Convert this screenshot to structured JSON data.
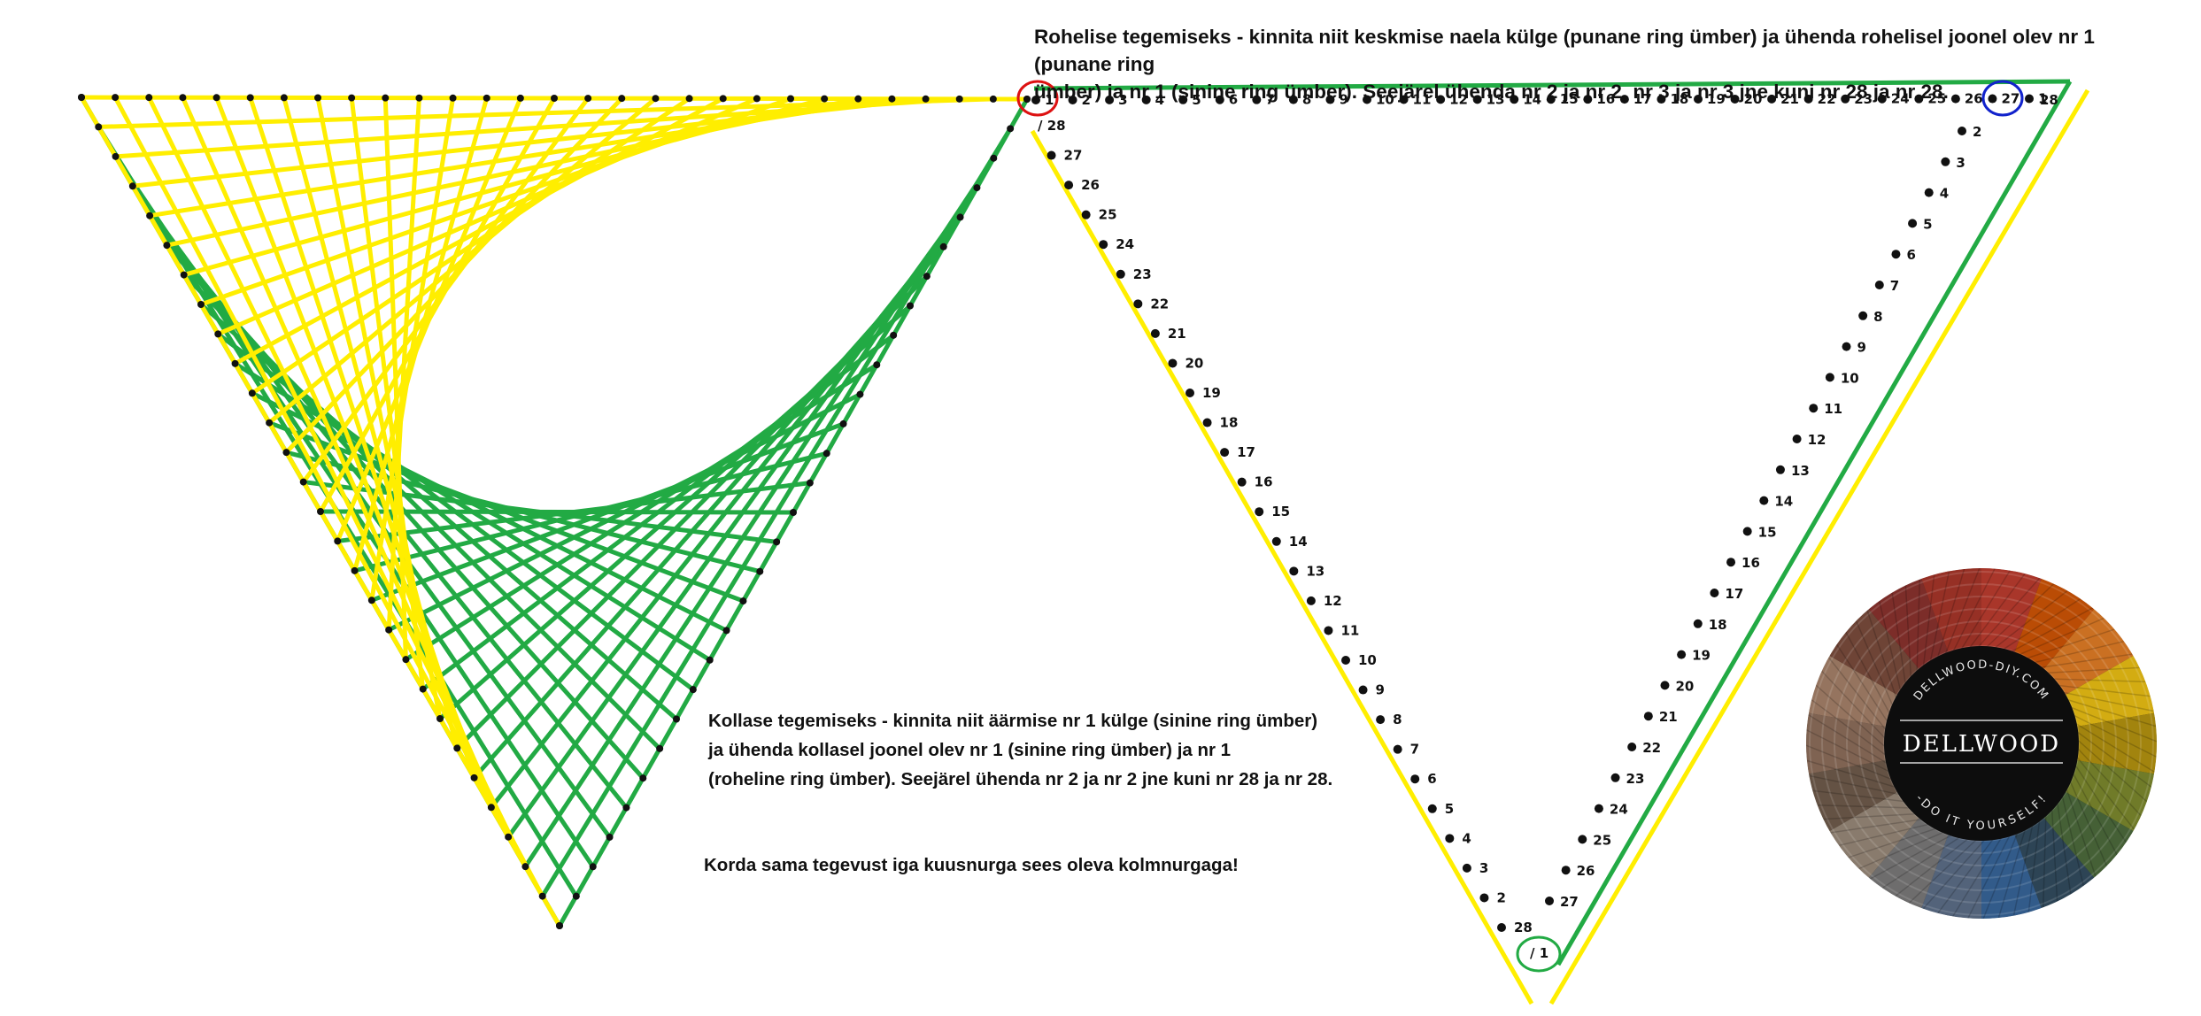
{
  "instructions": {
    "green_heading_lines": [
      "Rohelise tegemiseks - kinnita niit keskmise naela külge (punane ring ümber) ja ühenda rohelisel joonel olev nr 1 (punane ring",
      "ümber) ja nr 1 (sinine ring ümber). Seejärel ühenda nr 2 ja nr 2, nr 3 ja nr 3 jne kuni nr 28 ja nr 28."
    ],
    "yellow_heading_lines": [
      "Kollase tegemiseks - kinnita niit äärmise nr 1 külge (sinine ring ümber)",
      "ja ühenda kollasel joonel olev nr 1 (sinine ring ümber) ja nr 1",
      "(roheline ring ümber). Seejärel ühenda nr 2 ja nr 2 jne kuni nr 28 ja nr 28."
    ],
    "repeat": "Korda sama tegevust iga kuusnurga sees oleva kolmnurgaga!"
  },
  "labels": {
    "top_row": [
      "1",
      "2",
      "3",
      "4",
      "5",
      "6",
      "7",
      "8",
      "9",
      "10",
      "11",
      "12",
      "13",
      "14",
      "15",
      "16",
      "17",
      "18",
      "19",
      "20",
      "21",
      "22",
      "23",
      "24",
      "25",
      "26",
      "27",
      "1",
      "28"
    ],
    "left_edge": [
      "/ 28",
      "27",
      "26",
      "25",
      "24",
      "23",
      "22",
      "21",
      "20",
      "19",
      "18",
      "17",
      "16",
      "15",
      "14",
      "13",
      "12",
      "11",
      "10",
      "9",
      "8",
      "7",
      "6",
      "5",
      "4",
      "3",
      "2",
      "28",
      "/ 1"
    ],
    "right_edge": [
      "2",
      "3",
      "4",
      "5",
      "6",
      "7",
      "8",
      "9",
      "10",
      "11",
      "12",
      "13",
      "14",
      "15",
      "16",
      "17",
      "18",
      "19",
      "20",
      "21",
      "22",
      "23",
      "24",
      "25",
      "26",
      "27"
    ]
  },
  "logo": {
    "name": "DELLWOOD",
    "arc_top": "DELLWOOD-DIY.COM",
    "arc_bottom": "-DO IT YOURSELF!"
  },
  "colors": {
    "green": "#22aa44",
    "yellow": "#ffee00",
    "red_ring": "#dd1111",
    "blue_ring": "#1122cc",
    "green_ring": "#22aa44",
    "nail": "#111111"
  }
}
